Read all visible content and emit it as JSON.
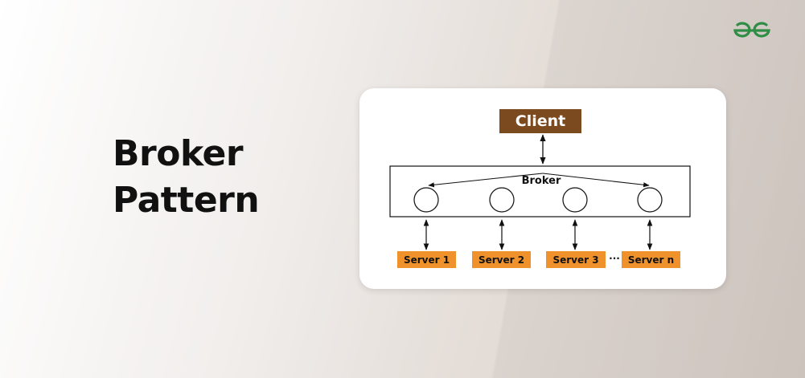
{
  "title": {
    "line1": "Broker",
    "line2": "Pattern"
  },
  "logo": {
    "icon": "geeksforgeeks-logo-icon",
    "color": "#2f8d46"
  },
  "diagram": {
    "client_label": "Client",
    "broker_label": "Broker",
    "ellipsis": "···",
    "servers": [
      "Server 1",
      "Server 2",
      "Server 3",
      "Server n"
    ]
  },
  "colors": {
    "client_box": "#7b4a1e",
    "server_box": "#f0922c",
    "line": "#111111"
  }
}
